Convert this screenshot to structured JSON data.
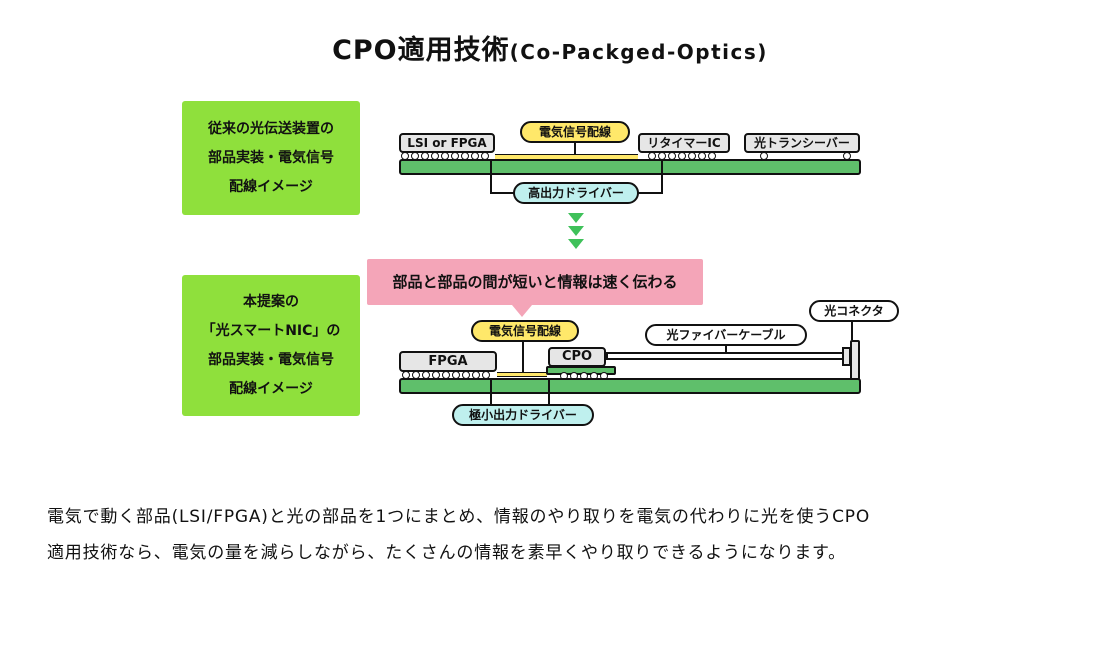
{
  "header": {
    "title": "CPO適用技術",
    "subtitle": "(Co-Packged-Optics)"
  },
  "conventional": {
    "label_lines": [
      "従来の光伝送装置の",
      "部品実装・電気信号",
      "配線イメージ"
    ],
    "chip_lsi": "LSI or FPGA",
    "chip_retimer": "リタイマーIC",
    "chip_transceiver": "光トランシーバー",
    "signal_wiring": "電気信号配線",
    "driver": "高出力ドライバー"
  },
  "proposal": {
    "label_lines": [
      "本提案の",
      "「光スマートNIC」の",
      "部品実装・電気信号",
      "配線イメージ"
    ],
    "banner": "部品と部品の間が短いと情報は速く伝わる",
    "chip_fpga": "FPGA",
    "chip_cpo": "CPO",
    "signal_wiring": "電気信号配線",
    "fiber_cable": "光ファイバーケーブル",
    "connector": "光コネクタ",
    "driver": "極小出力ドライバー"
  },
  "description": {
    "line1": "電気で動く部品(LSI/FPGA)と光の部品を1つにまとめ、情報のやり取りを電気の代わりに光を使うCPO",
    "line2": "適用技術なら、電気の量を減らしながら、たくさんの情報を素早くやり取りできるようになります。"
  },
  "colors": {
    "board_green": "#5fbf6b",
    "label_green": "#8fe03c",
    "highlight_yellow": "#ffe86a",
    "driver_cyan": "#bff0ee",
    "banner_pink": "#f4a5b8",
    "arrow_green": "#3fc15a"
  }
}
